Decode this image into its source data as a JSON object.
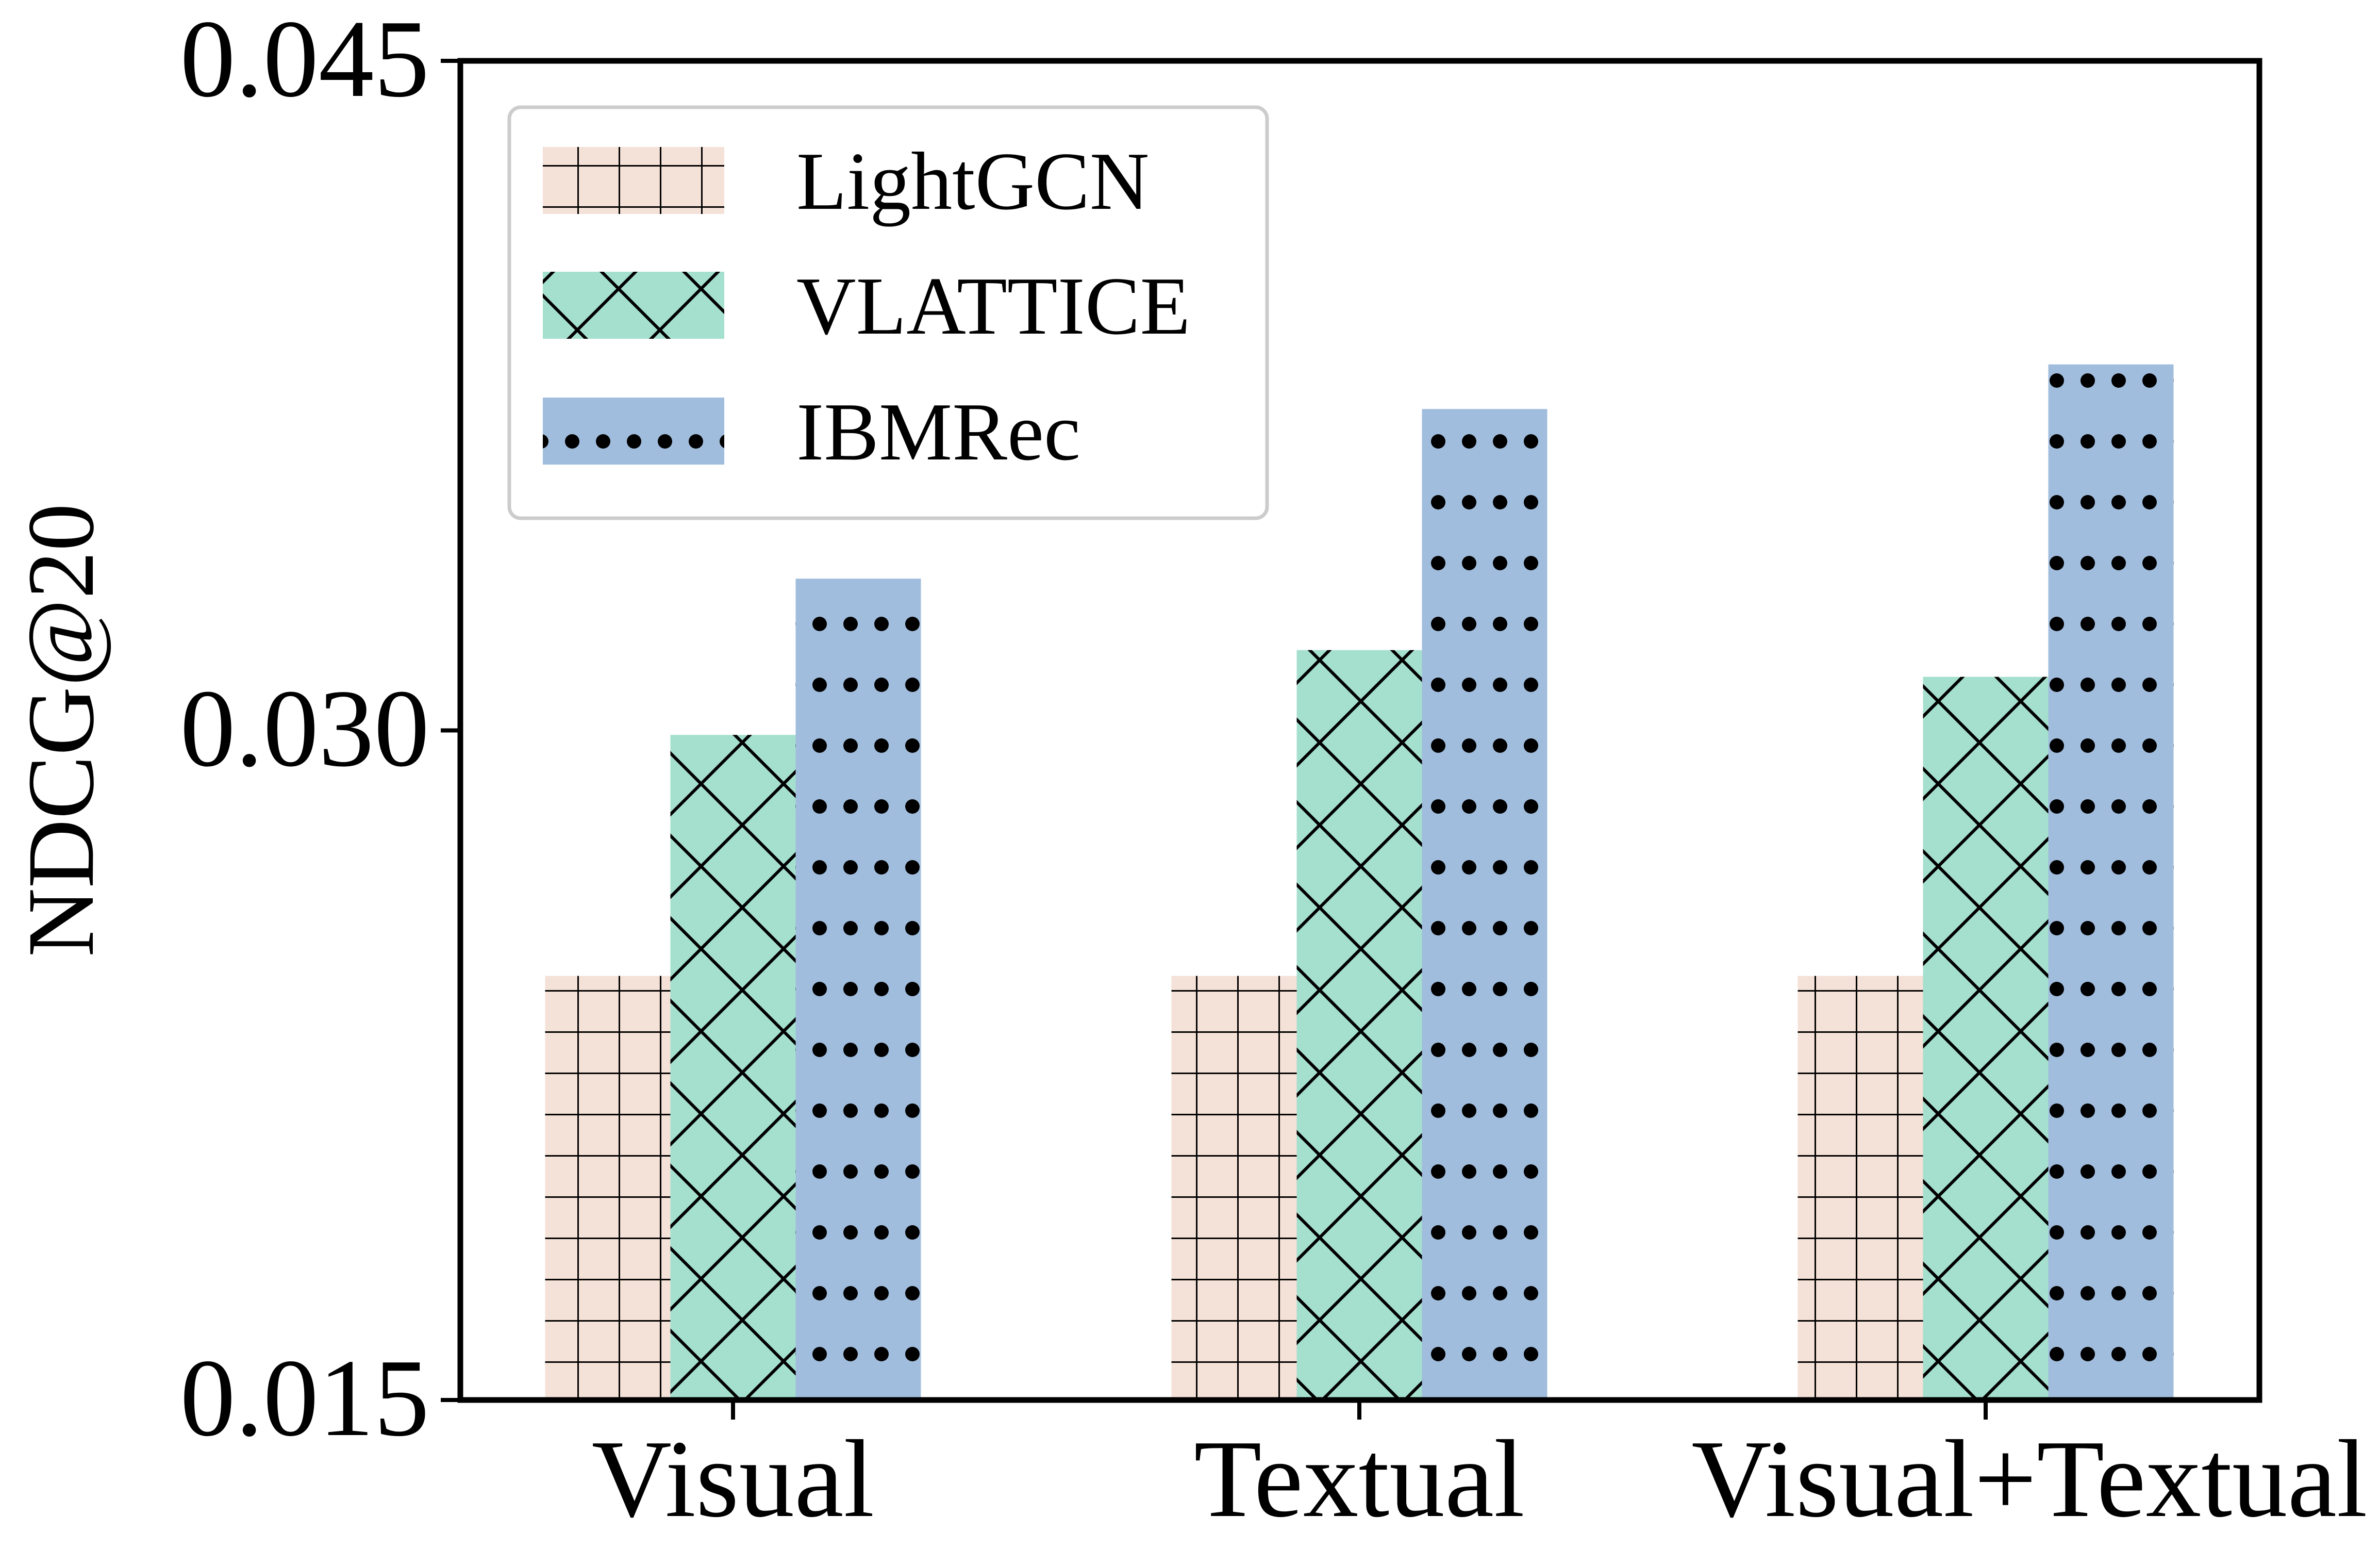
{
  "chart_data": {
    "type": "bar",
    "title": "",
    "xlabel": "",
    "ylabel": "NDCG@20",
    "ylim": [
      0.015,
      0.045
    ],
    "yticks": [
      "0.015",
      "0.030",
      "0.045"
    ],
    "categories": [
      "Visual",
      "Textual",
      "Visual+Textual"
    ],
    "series": [
      {
        "name": "LightGCN",
        "values": [
          0.0245,
          0.0245,
          0.0245
        ],
        "color": "#f4e1d7",
        "hatch": "grid"
      },
      {
        "name": "VLATTICE",
        "values": [
          0.0299,
          0.0318,
          0.0312
        ],
        "color": "#a5dfce",
        "hatch": "diamond"
      },
      {
        "name": "IBMRec",
        "values": [
          0.0334,
          0.0372,
          0.0382
        ],
        "color": "#a1bddd",
        "hatch": "dots"
      }
    ],
    "legend": {
      "position": "top-left"
    },
    "grid": false
  }
}
